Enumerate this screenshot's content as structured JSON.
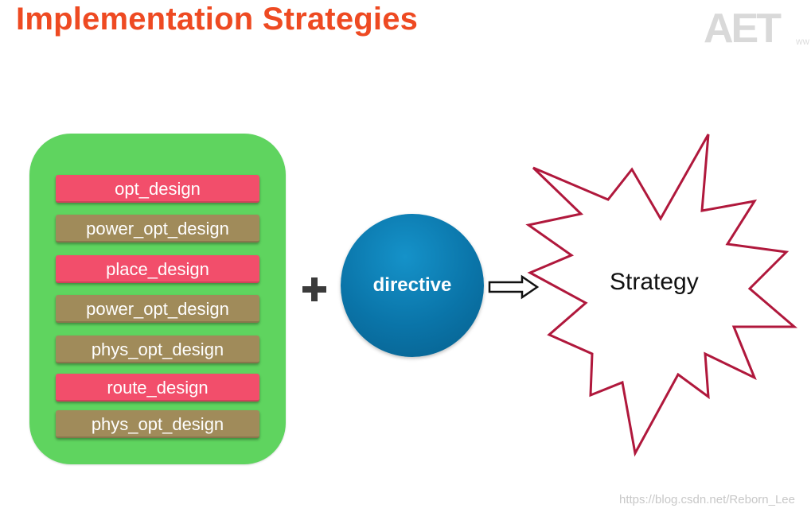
{
  "title": "Implementation Strategies",
  "logo": {
    "text": "AET",
    "subtext": "WW"
  },
  "steps": [
    {
      "label": "opt_design",
      "kind": "required"
    },
    {
      "label": "power_opt_design",
      "kind": "optional"
    },
    {
      "label": "place_design",
      "kind": "required"
    },
    {
      "label": "power_opt_design",
      "kind": "optional"
    },
    {
      "label": "phys_opt_design",
      "kind": "optional"
    },
    {
      "label": "route_design",
      "kind": "required"
    },
    {
      "label": "phys_opt_design",
      "kind": "optional"
    }
  ],
  "directive": {
    "label": "directive"
  },
  "result": {
    "label": "Strategy"
  },
  "watermark": "https://blog.csdn.net/Reborn_Lee",
  "colors": {
    "title": "#ee4a22",
    "container": "#5fd45f",
    "required_step": "#f24e6b",
    "optional_step": "#a08b5a",
    "directive": "#0a74a8",
    "burst_outline": "#b0183c"
  },
  "icons": [
    "plus-icon",
    "right-arrow-icon"
  ]
}
